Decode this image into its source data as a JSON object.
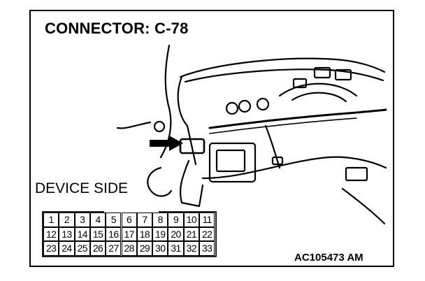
{
  "title": "CONNECTOR: C-78",
  "device_side_label": "DEVICE SIDE",
  "figure_code": "AC105473 AM",
  "connector": {
    "rows": [
      [
        "1",
        "2",
        "3",
        "4",
        "5",
        "6",
        "7",
        "8",
        "9",
        "10",
        "11"
      ],
      [
        "12",
        "13",
        "14",
        "15",
        "16",
        "17",
        "18",
        "19",
        "20",
        "21",
        "22"
      ],
      [
        "23",
        "24",
        "25",
        "26",
        "27",
        "28",
        "29",
        "30",
        "31",
        "32",
        "33"
      ]
    ]
  },
  "icons": [
    "locator-arrow-icon",
    "dashboard-illustration"
  ]
}
